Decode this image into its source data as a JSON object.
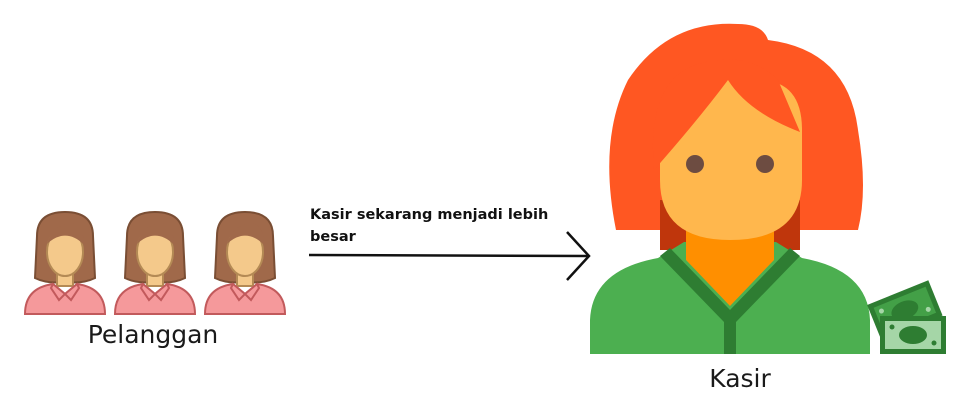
{
  "customers": {
    "label": "Pelanggan",
    "count": 3,
    "icon": "woman-customer-icon"
  },
  "relation": {
    "label": "Kasir sekarang menjadi lebih besar"
  },
  "cashier": {
    "label": "Kasir",
    "icon": "woman-cashier-icon"
  },
  "money": {
    "icon": "banknotes-icon"
  },
  "colors": {
    "customer_hair": "#A0694A",
    "customer_skin": "#F4C98B",
    "customer_shirt": "#F5999B",
    "cashier_hair": "#FF5722",
    "cashier_skin": "#FFB74D",
    "cashier_shirt": "#4CAF50",
    "money_green": "#2E7D32"
  }
}
